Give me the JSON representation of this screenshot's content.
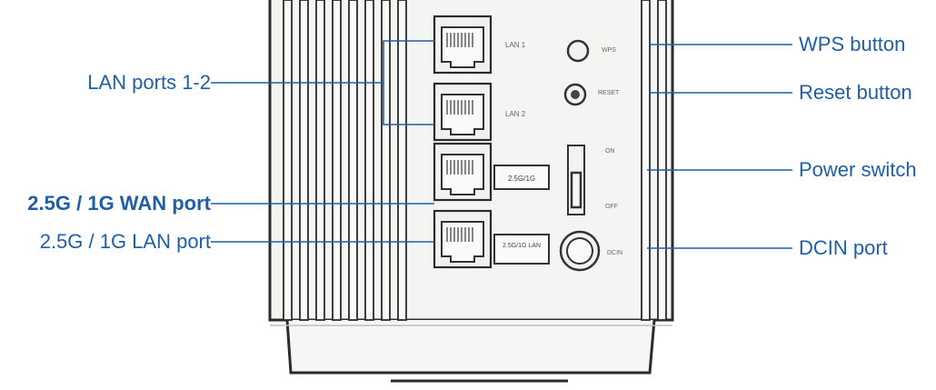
{
  "colors": {
    "accent": "#1f5fa6",
    "device_body": "#f4f4f2",
    "device_outline": "#2b2b2b",
    "port_fill": "#eeeeee"
  },
  "device": {
    "ports": [
      {
        "silk": "LAN 1"
      },
      {
        "silk": "LAN 2"
      },
      {
        "silk": "",
        "tag": "2.5G/1G"
      },
      {
        "silk": "",
        "tag": "2.5G/1G LAN"
      }
    ],
    "buttons": {
      "wps": "WPS",
      "reset": "RESET",
      "on": "ON",
      "off": "OFF",
      "dcin": "DCIN"
    }
  },
  "callouts": {
    "lan_ports": "LAN ports 1-2",
    "wan_port": "2.5G / 1G WAN port",
    "lan_port": "2.5G / 1G LAN port",
    "wps_button": "WPS button",
    "reset_button": "Reset button",
    "power_switch": "Power switch",
    "dcin_port": "DCIN port"
  }
}
